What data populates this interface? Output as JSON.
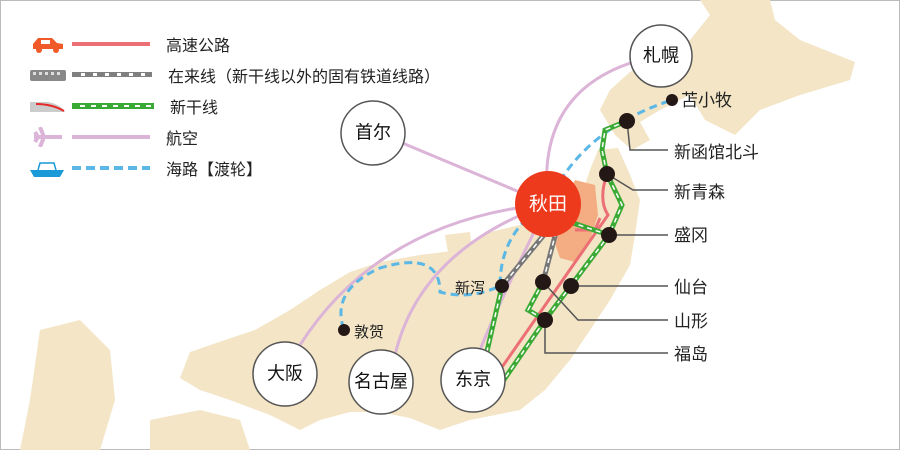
{
  "legend": [
    {
      "icon": "car-icon",
      "label": "高速公路",
      "color": "#ec6f75"
    },
    {
      "icon": "train-icon",
      "label": "在来线（新干线以外的固有铁道线路）",
      "color": "#808080"
    },
    {
      "icon": "shinkansen-icon",
      "label": "新干线",
      "color": "#3aaa35"
    },
    {
      "icon": "airplane-icon",
      "label": "航空",
      "color": "#dbb4d8"
    },
    {
      "icon": "ship-icon",
      "label": "海路【渡轮】",
      "color": "#5ab7e6"
    }
  ],
  "hub": {
    "label": "秋田",
    "color": "#ee3a1c"
  },
  "cities": {
    "sapporo": "札幌",
    "seoul": "首尔",
    "osaka": "大阪",
    "nagoya": "名古屋",
    "tokyo": "东京"
  },
  "stations": {
    "tomakomai": "苫小牧",
    "shin_hakodate": "新函馆北斗",
    "shin_aomori": "新青森",
    "morioka": "盛冈",
    "sendai": "仙台",
    "yamagata": "山形",
    "fukushima": "福岛",
    "niigata": "新泻",
    "tsuruga": "敦贺"
  }
}
